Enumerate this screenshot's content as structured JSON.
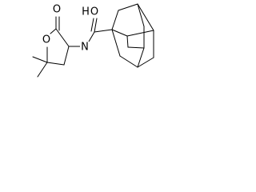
{
  "structure": {
    "atoms": {
      "ring_oxygen": "O",
      "carbonyl_oxygen_lactone": "O",
      "amide_nitrogen": "N",
      "amide_oxygen": "O",
      "amide_hydrogen": "H"
    }
  }
}
